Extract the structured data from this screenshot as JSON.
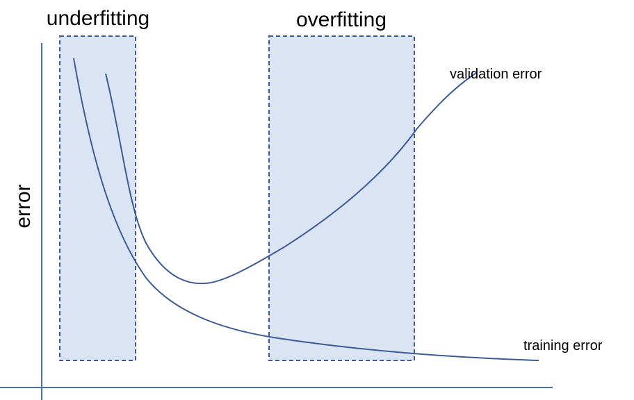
{
  "chart_data": {
    "type": "line",
    "title": "",
    "xlabel": "",
    "ylabel": "error",
    "regions": [
      {
        "name": "underfitting",
        "label": "underfitting"
      },
      {
        "name": "overfitting",
        "label": "overfitting"
      }
    ],
    "series": [
      {
        "name": "validation error",
        "label": "validation error"
      },
      {
        "name": "training error",
        "label": "training error"
      }
    ],
    "colors": {
      "curve": "#3a5a98",
      "axis": "#4a6fb5",
      "region_fill": "#dbe4f3",
      "region_border": "#3a5a98"
    }
  }
}
